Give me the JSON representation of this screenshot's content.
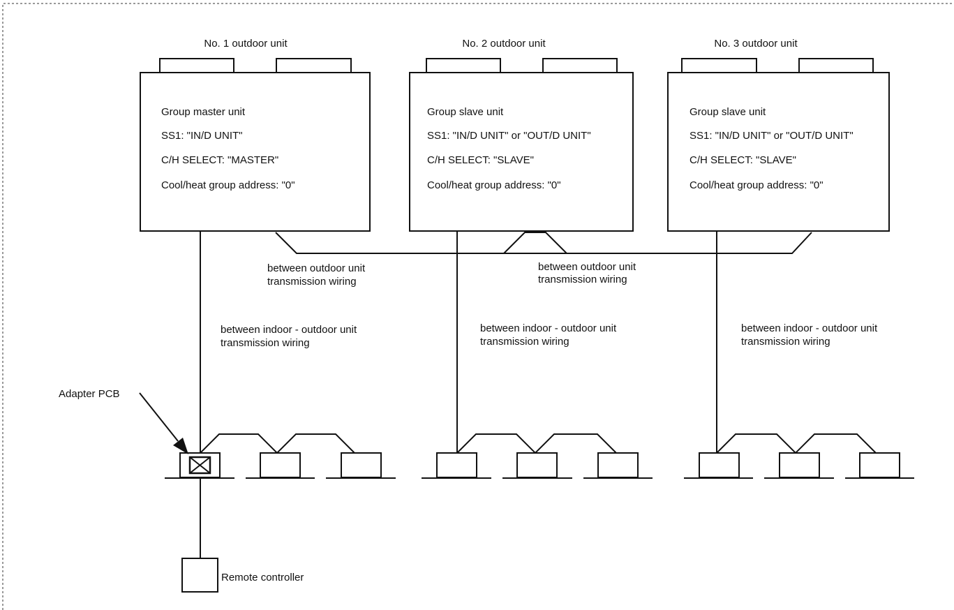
{
  "outdoor_units": [
    {
      "title": "No. 1 outdoor unit",
      "role": "Group master unit",
      "ss1": "SS1: \"IN/D UNIT\"",
      "select": "C/H SELECT: \"MASTER\"",
      "address": "Cool/heat group address: \"0\""
    },
    {
      "title": "No. 2 outdoor unit",
      "role": "Group slave unit",
      "ss1": "SS1: \"IN/D UNIT\" or \"OUT/D UNIT\"",
      "select": "C/H SELECT: \"SLAVE\"",
      "address": "Cool/heat group address: \"0\""
    },
    {
      "title": "No. 3 outdoor unit",
      "role": "Group slave unit",
      "ss1": "SS1: \"IN/D UNIT\" or \"OUT/D UNIT\"",
      "select": "C/H SELECT: \"SLAVE\"",
      "address": "Cool/heat group address: \"0\""
    }
  ],
  "outdoor_wiring_labels": [
    {
      "line1": "between outdoor unit",
      "line2": "transmission wiring"
    },
    {
      "line1": "between outdoor unit",
      "line2": "transmission wiring"
    }
  ],
  "indoor_wiring_labels": [
    {
      "line1": "between indoor - outdoor unit",
      "line2": "transmission wiring"
    },
    {
      "line1": "between indoor - outdoor unit",
      "line2": "transmission wiring"
    },
    {
      "line1": "between indoor - outdoor unit",
      "line2": "transmission wiring"
    }
  ],
  "adapter_label": "Adapter PCB",
  "remote_label": "Remote controller"
}
